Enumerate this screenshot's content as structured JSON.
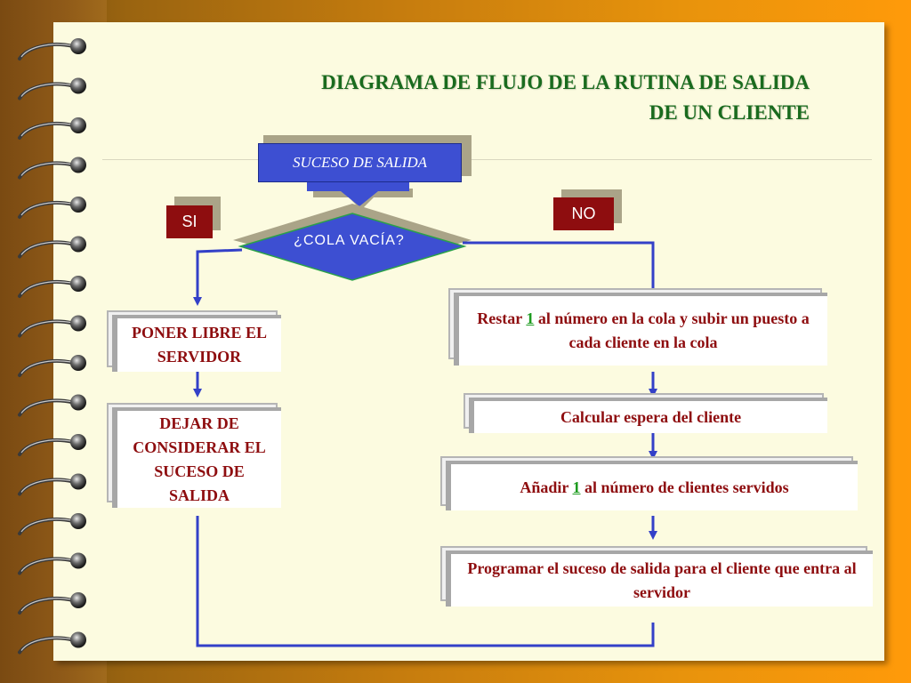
{
  "title": {
    "line1": "DIAGRAMA DE FLUJO DE LA RUTINA DE SALIDA",
    "line2": "DE UN CLIENTE"
  },
  "event": {
    "label": "SUCESO DE SALIDA"
  },
  "decision": {
    "label": "¿COLA VACÍA?"
  },
  "branches": {
    "yes": "SI",
    "no": "NO"
  },
  "yes_steps": [
    "PONER LIBRE EL SERVIDOR",
    "DEJAR DE CONSIDERAR EL SUCESO DE SALIDA"
  ],
  "no_steps": {
    "step1": {
      "before": "Restar ",
      "number": "1",
      "after": " al número en la cola y subir un puesto a cada cliente en la cola"
    },
    "step2": {
      "text": "Calcular espera del cliente"
    },
    "step3": {
      "before": "Añadir ",
      "number": "1",
      "after": " al número de clientes servidos"
    },
    "step4": {
      "text": "Programar el suceso de salida para el cliente que entra al servidor"
    }
  },
  "colors": {
    "title": "#1a6b1e",
    "box_text": "#8e0d0f",
    "flow_blue": "#3d4fd2",
    "tag_bg": "#8e0d0f",
    "number_green": "#1d9b1f",
    "paper": "#fcfbe0"
  }
}
